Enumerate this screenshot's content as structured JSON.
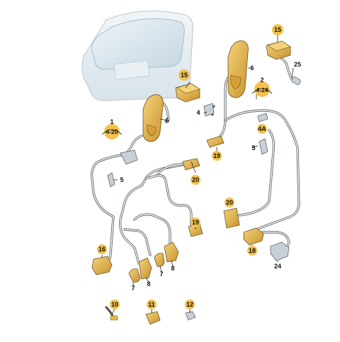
{
  "callouts": {
    "c1": "1",
    "c1_ref": "4-20",
    "c2": "2",
    "c2_ref": "4-24",
    "c4": "4",
    "c4a": "4A",
    "c5a": "5",
    "c5b": "5",
    "c6a": "6",
    "c6b": "6",
    "c7a": "7",
    "c7b": "7",
    "c8a": "8",
    "c8b": "8",
    "c10": "10",
    "c11": "11",
    "c12": "12",
    "c15a": "15",
    "c15b": "15",
    "c16": "16",
    "c18": "18",
    "c19a": "19",
    "c19b": "19",
    "c20a": "20",
    "c20b": "20",
    "c24": "24",
    "c25": "25"
  },
  "colors": {
    "connector_yellow": "#e8b84a",
    "connector_shade": "#c9932e",
    "wire": "#5a5a5a",
    "glass": "#d7e4ec",
    "tailgate": "#e6eef3",
    "callout_fill": "#f2c14e"
  }
}
